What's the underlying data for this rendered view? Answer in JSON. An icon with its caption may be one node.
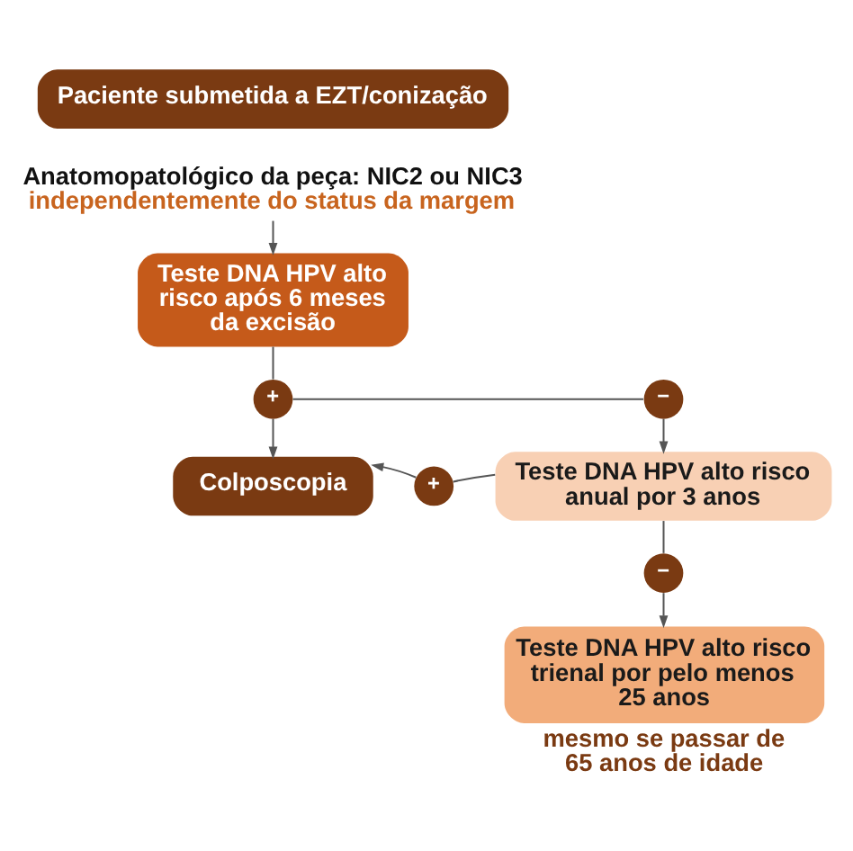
{
  "diagram": {
    "nodes": [
      {
        "text": [
          "Paciente submetida a EZT/conização"
        ]
      },
      {
        "text": [
          "Anatomopatológico da peça: NIC2 ou NIC3",
          "independentemente do status da margem"
        ]
      },
      {
        "text": [
          "Teste DNA HPV alto risco após 6 meses da excisão"
        ]
      },
      {
        "text": [
          "+"
        ]
      },
      {
        "text": [
          "−"
        ]
      },
      {
        "text": [
          "Colposcopia"
        ]
      },
      {
        "text": [
          "+"
        ]
      },
      {
        "text": [
          "Teste DNA HPV alto risco anual por 3 anos"
        ]
      },
      {
        "text": [
          "−"
        ]
      },
      {
        "text": [
          "Teste DNA HPV alto risco trienal por pelo menos 25 anos"
        ],
        "beside": [
          "mesmo se passar de 65 anos de idade"
        ]
      }
    ],
    "edges": [
      {
        "from": 1,
        "to": 2,
        "arrow": "to"
      },
      {
        "from": 2,
        "to": 3,
        "arrow": "none"
      },
      {
        "from": 3,
        "to": 5,
        "arrow": "to"
      },
      {
        "from": 3,
        "to": 4,
        "arrow": "none"
      },
      {
        "from": 4,
        "to": 7,
        "arrow": "to"
      },
      {
        "from": 7,
        "to": 6,
        "arrow": "none"
      },
      {
        "from": 6,
        "to": 5,
        "arrow": "to"
      },
      {
        "from": 7,
        "to": 8,
        "arrow": "none"
      },
      {
        "from": 8,
        "to": 9,
        "arrow": "to"
      }
    ]
  }
}
